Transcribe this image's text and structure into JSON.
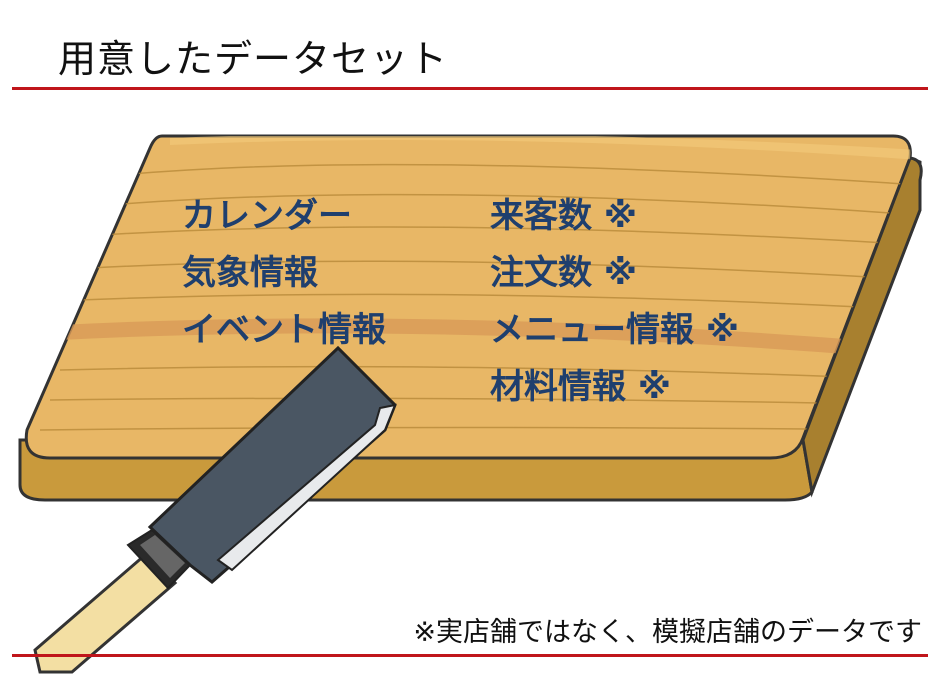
{
  "slide": {
    "title": "用意したデータセット",
    "footnote": "※実店舗ではなく、模擬店舗のデータです"
  },
  "left_items": [
    {
      "label": "カレンダー"
    },
    {
      "label": "気象情報"
    },
    {
      "label": "イベント情報"
    }
  ],
  "right_items": [
    {
      "label": "来客数 ※"
    },
    {
      "label": "注文数 ※"
    },
    {
      "label": "メニュー情報 ※"
    },
    {
      "label": "材料情報 ※"
    }
  ],
  "colors": {
    "rule": "#c0151b",
    "item_text": "#1f3f6e",
    "board": "#e3b05c",
    "board_edge": "#9a7a2e",
    "blade": "#4b5763",
    "handle": "#f2dfa0"
  },
  "illustration": {
    "board_icon": "cutting-board-icon",
    "knife_icon": "kitchen-knife-icon"
  }
}
